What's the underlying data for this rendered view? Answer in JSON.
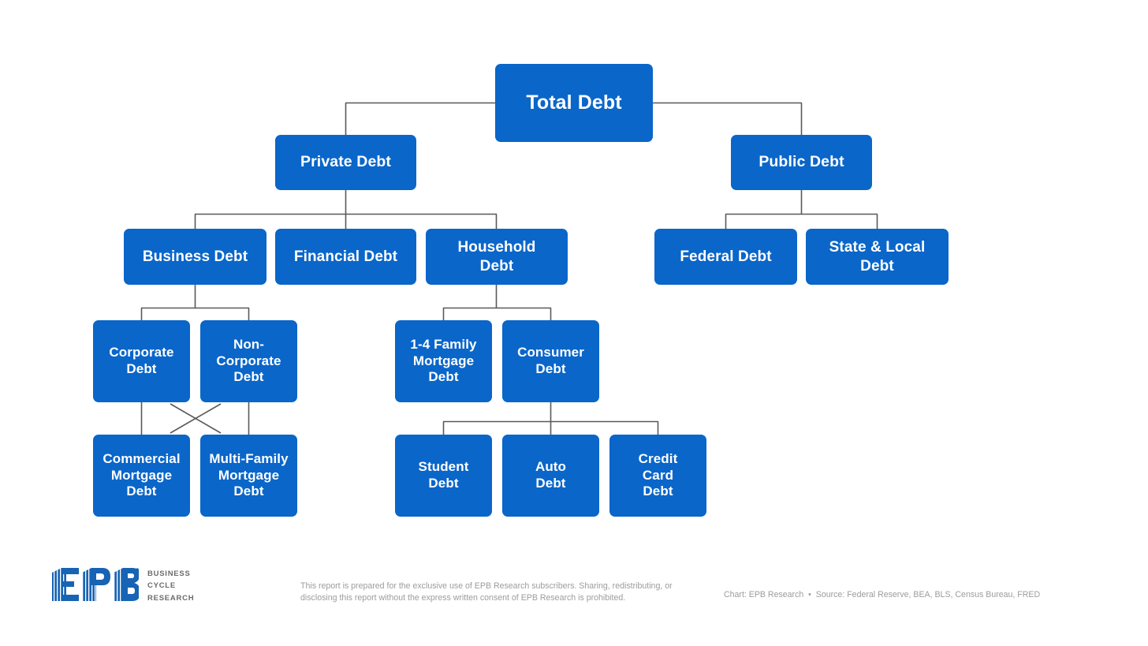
{
  "meta": {
    "background_color": "#ffffff",
    "node_color": "#0a66c9",
    "node_text_color": "#ffffff",
    "connector_color": "#595959",
    "footer_text_color": "#9c9c9c"
  },
  "chart_data": {
    "type": "diagram",
    "diagram_kind": "hierarchy-tree",
    "title": "Total Debt",
    "nodes": [
      {
        "id": "total",
        "label": "Total Debt",
        "level": 0,
        "parent": null
      },
      {
        "id": "private",
        "label": "Private Debt",
        "level": 1,
        "parent": "total"
      },
      {
        "id": "public",
        "label": "Public Debt",
        "level": 1,
        "parent": "total"
      },
      {
        "id": "business",
        "label": "Business Debt",
        "level": 2,
        "parent": "private"
      },
      {
        "id": "financial",
        "label": "Financial Debt",
        "level": 2,
        "parent": "private"
      },
      {
        "id": "household",
        "label": "Household\nDebt",
        "level": 2,
        "parent": "private"
      },
      {
        "id": "federal",
        "label": "Federal Debt",
        "level": 2,
        "parent": "public"
      },
      {
        "id": "statelocal",
        "label": "State & Local\nDebt",
        "level": 2,
        "parent": "public"
      },
      {
        "id": "corporate",
        "label": "Corporate\nDebt",
        "level": 3,
        "parent": "business"
      },
      {
        "id": "noncorp",
        "label": "Non-\nCorporate\nDebt",
        "level": 3,
        "parent": "business"
      },
      {
        "id": "family14",
        "label": "1-4 Family\nMortgage\nDebt",
        "level": 3,
        "parent": "household"
      },
      {
        "id": "consumer",
        "label": "Consumer\nDebt",
        "level": 3,
        "parent": "household"
      },
      {
        "id": "commercial",
        "label": "Commercial\nMortgage\nDebt",
        "level": 4,
        "parent": "corporate"
      },
      {
        "id": "multifam",
        "label": "Multi-Family\nMortgage\nDebt",
        "level": 4,
        "parent": "noncorp"
      },
      {
        "id": "student",
        "label": "Student\nDebt",
        "level": 4,
        "parent": "consumer"
      },
      {
        "id": "auto",
        "label": "Auto\nDebt",
        "level": 4,
        "parent": "consumer"
      },
      {
        "id": "creditcard",
        "label": "Credit\nCard\nDebt",
        "level": 4,
        "parent": "consumer"
      }
    ],
    "edges": [
      {
        "from": "total",
        "to": "private"
      },
      {
        "from": "total",
        "to": "public"
      },
      {
        "from": "private",
        "to": "business"
      },
      {
        "from": "private",
        "to": "financial"
      },
      {
        "from": "private",
        "to": "household"
      },
      {
        "from": "public",
        "to": "federal"
      },
      {
        "from": "public",
        "to": "statelocal"
      },
      {
        "from": "business",
        "to": "corporate"
      },
      {
        "from": "business",
        "to": "noncorp"
      },
      {
        "from": "household",
        "to": "family14"
      },
      {
        "from": "household",
        "to": "consumer"
      },
      {
        "from": "corporate",
        "to": "commercial"
      },
      {
        "from": "corporate",
        "to": "multifam"
      },
      {
        "from": "noncorp",
        "to": "commercial"
      },
      {
        "from": "noncorp",
        "to": "multifam"
      },
      {
        "from": "consumer",
        "to": "student"
      },
      {
        "from": "consumer",
        "to": "auto"
      },
      {
        "from": "consumer",
        "to": "creditcard"
      }
    ]
  },
  "nodes": {
    "total": "Total Debt",
    "private": "Private Debt",
    "public": "Public Debt",
    "business": "Business Debt",
    "financial": "Financial Debt",
    "household": "Household\nDebt",
    "federal": "Federal Debt",
    "statelocal": "State & Local\nDebt",
    "corporate": "Corporate\nDebt",
    "noncorp": "Non-\nCorporate\nDebt",
    "family14": "1-4 Family\nMortgage\nDebt",
    "consumer": "Consumer\nDebt",
    "commercial": "Commercial\nMortgage\nDebt",
    "multifam": "Multi-Family\nMortgage\nDebt",
    "student": "Student\nDebt",
    "auto": "Auto\nDebt",
    "creditcard": "Credit\nCard\nDebt"
  },
  "footer": {
    "logo_text": "EPB",
    "logo_tagline_line1": "Business",
    "logo_tagline_line2": "Cycle",
    "logo_tagline_line3": "Research",
    "disclaimer": "This report is prepared for the exclusive use of EPB Research subscribers. Sharing, redistributing, or disclosing this report without the express written consent of EPB Research is prohibited.",
    "source": "Chart: EPB Research  •  Source: Federal Reserve, BEA, BLS, Census Bureau, FRED"
  }
}
